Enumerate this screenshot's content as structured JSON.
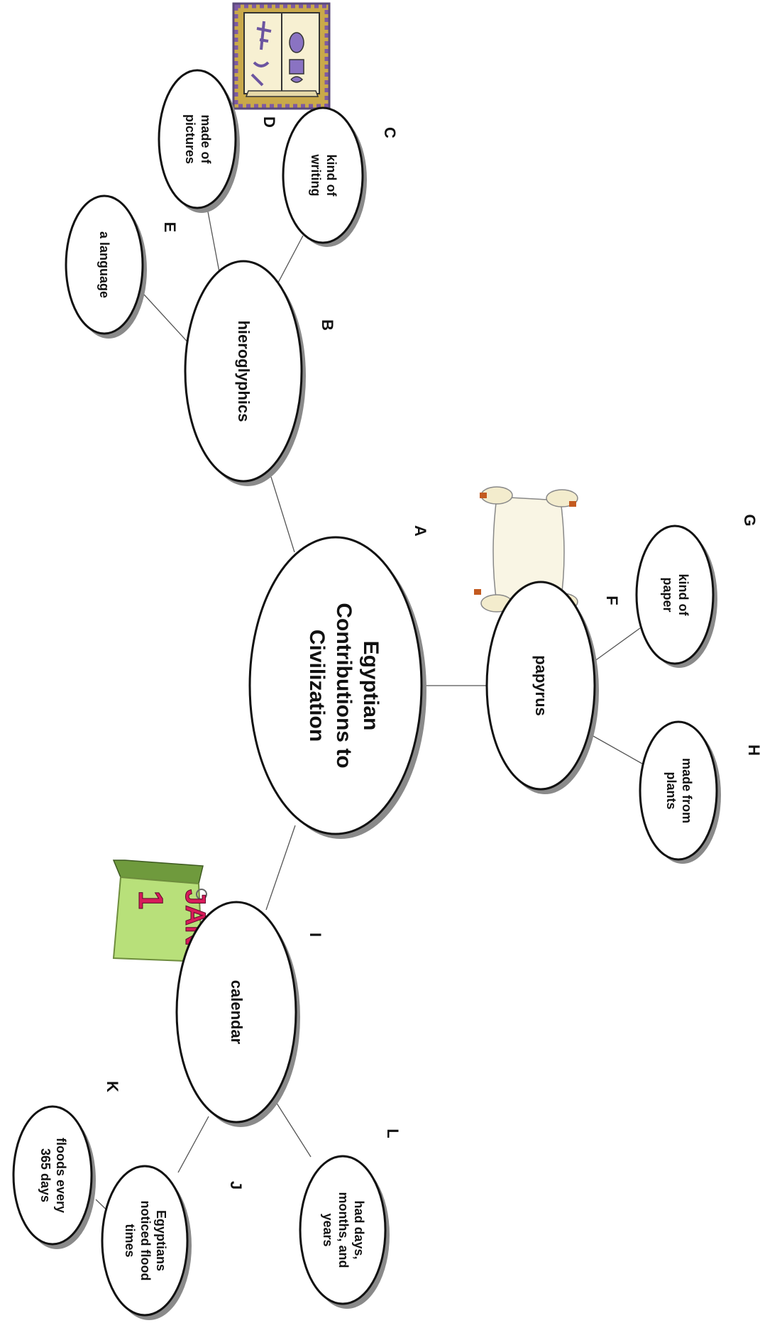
{
  "title": {
    "lines": [
      "Egyptian",
      "Contributions to",
      "Civilization"
    ],
    "letter": "A"
  },
  "branches": {
    "hieroglyphics": {
      "label": "hieroglyphics",
      "letter": "B"
    },
    "papyrus": {
      "label": "papyrus",
      "letter": "F"
    },
    "calendar": {
      "label": "calendar",
      "letter": "I"
    }
  },
  "details": {
    "kind_of_writing": {
      "lines": [
        "kind of",
        "writing"
      ],
      "letter": "C"
    },
    "made_of_pictures": {
      "lines": [
        "made of",
        "pictures"
      ],
      "letter": "D"
    },
    "a_language": {
      "lines": [
        "a language"
      ],
      "letter": "E"
    },
    "kind_of_paper": {
      "lines": [
        "kind of",
        "paper"
      ],
      "letter": "G"
    },
    "made_from_plants": {
      "lines": [
        "made from",
        "plants"
      ],
      "letter": "H"
    },
    "egyptians_noticed_flood_times": {
      "lines": [
        "Egyptians",
        "noticed flood",
        "times"
      ],
      "letter": "J"
    },
    "floods_every_365_days": {
      "lines": [
        "floods every",
        "365 days"
      ],
      "letter": "K"
    },
    "had_days_months_years": {
      "lines": [
        "had days,",
        "months, and",
        "years"
      ],
      "letter": "L"
    }
  },
  "clipart": {
    "hieroglyph_book": {
      "icon": "hieroglyph-book-icon"
    },
    "papyrus_scroll": {
      "icon": "scroll-icon"
    },
    "calendar_page": {
      "icon": "calendar-icon",
      "text_top": "JAN",
      "text_bottom": "1"
    }
  }
}
